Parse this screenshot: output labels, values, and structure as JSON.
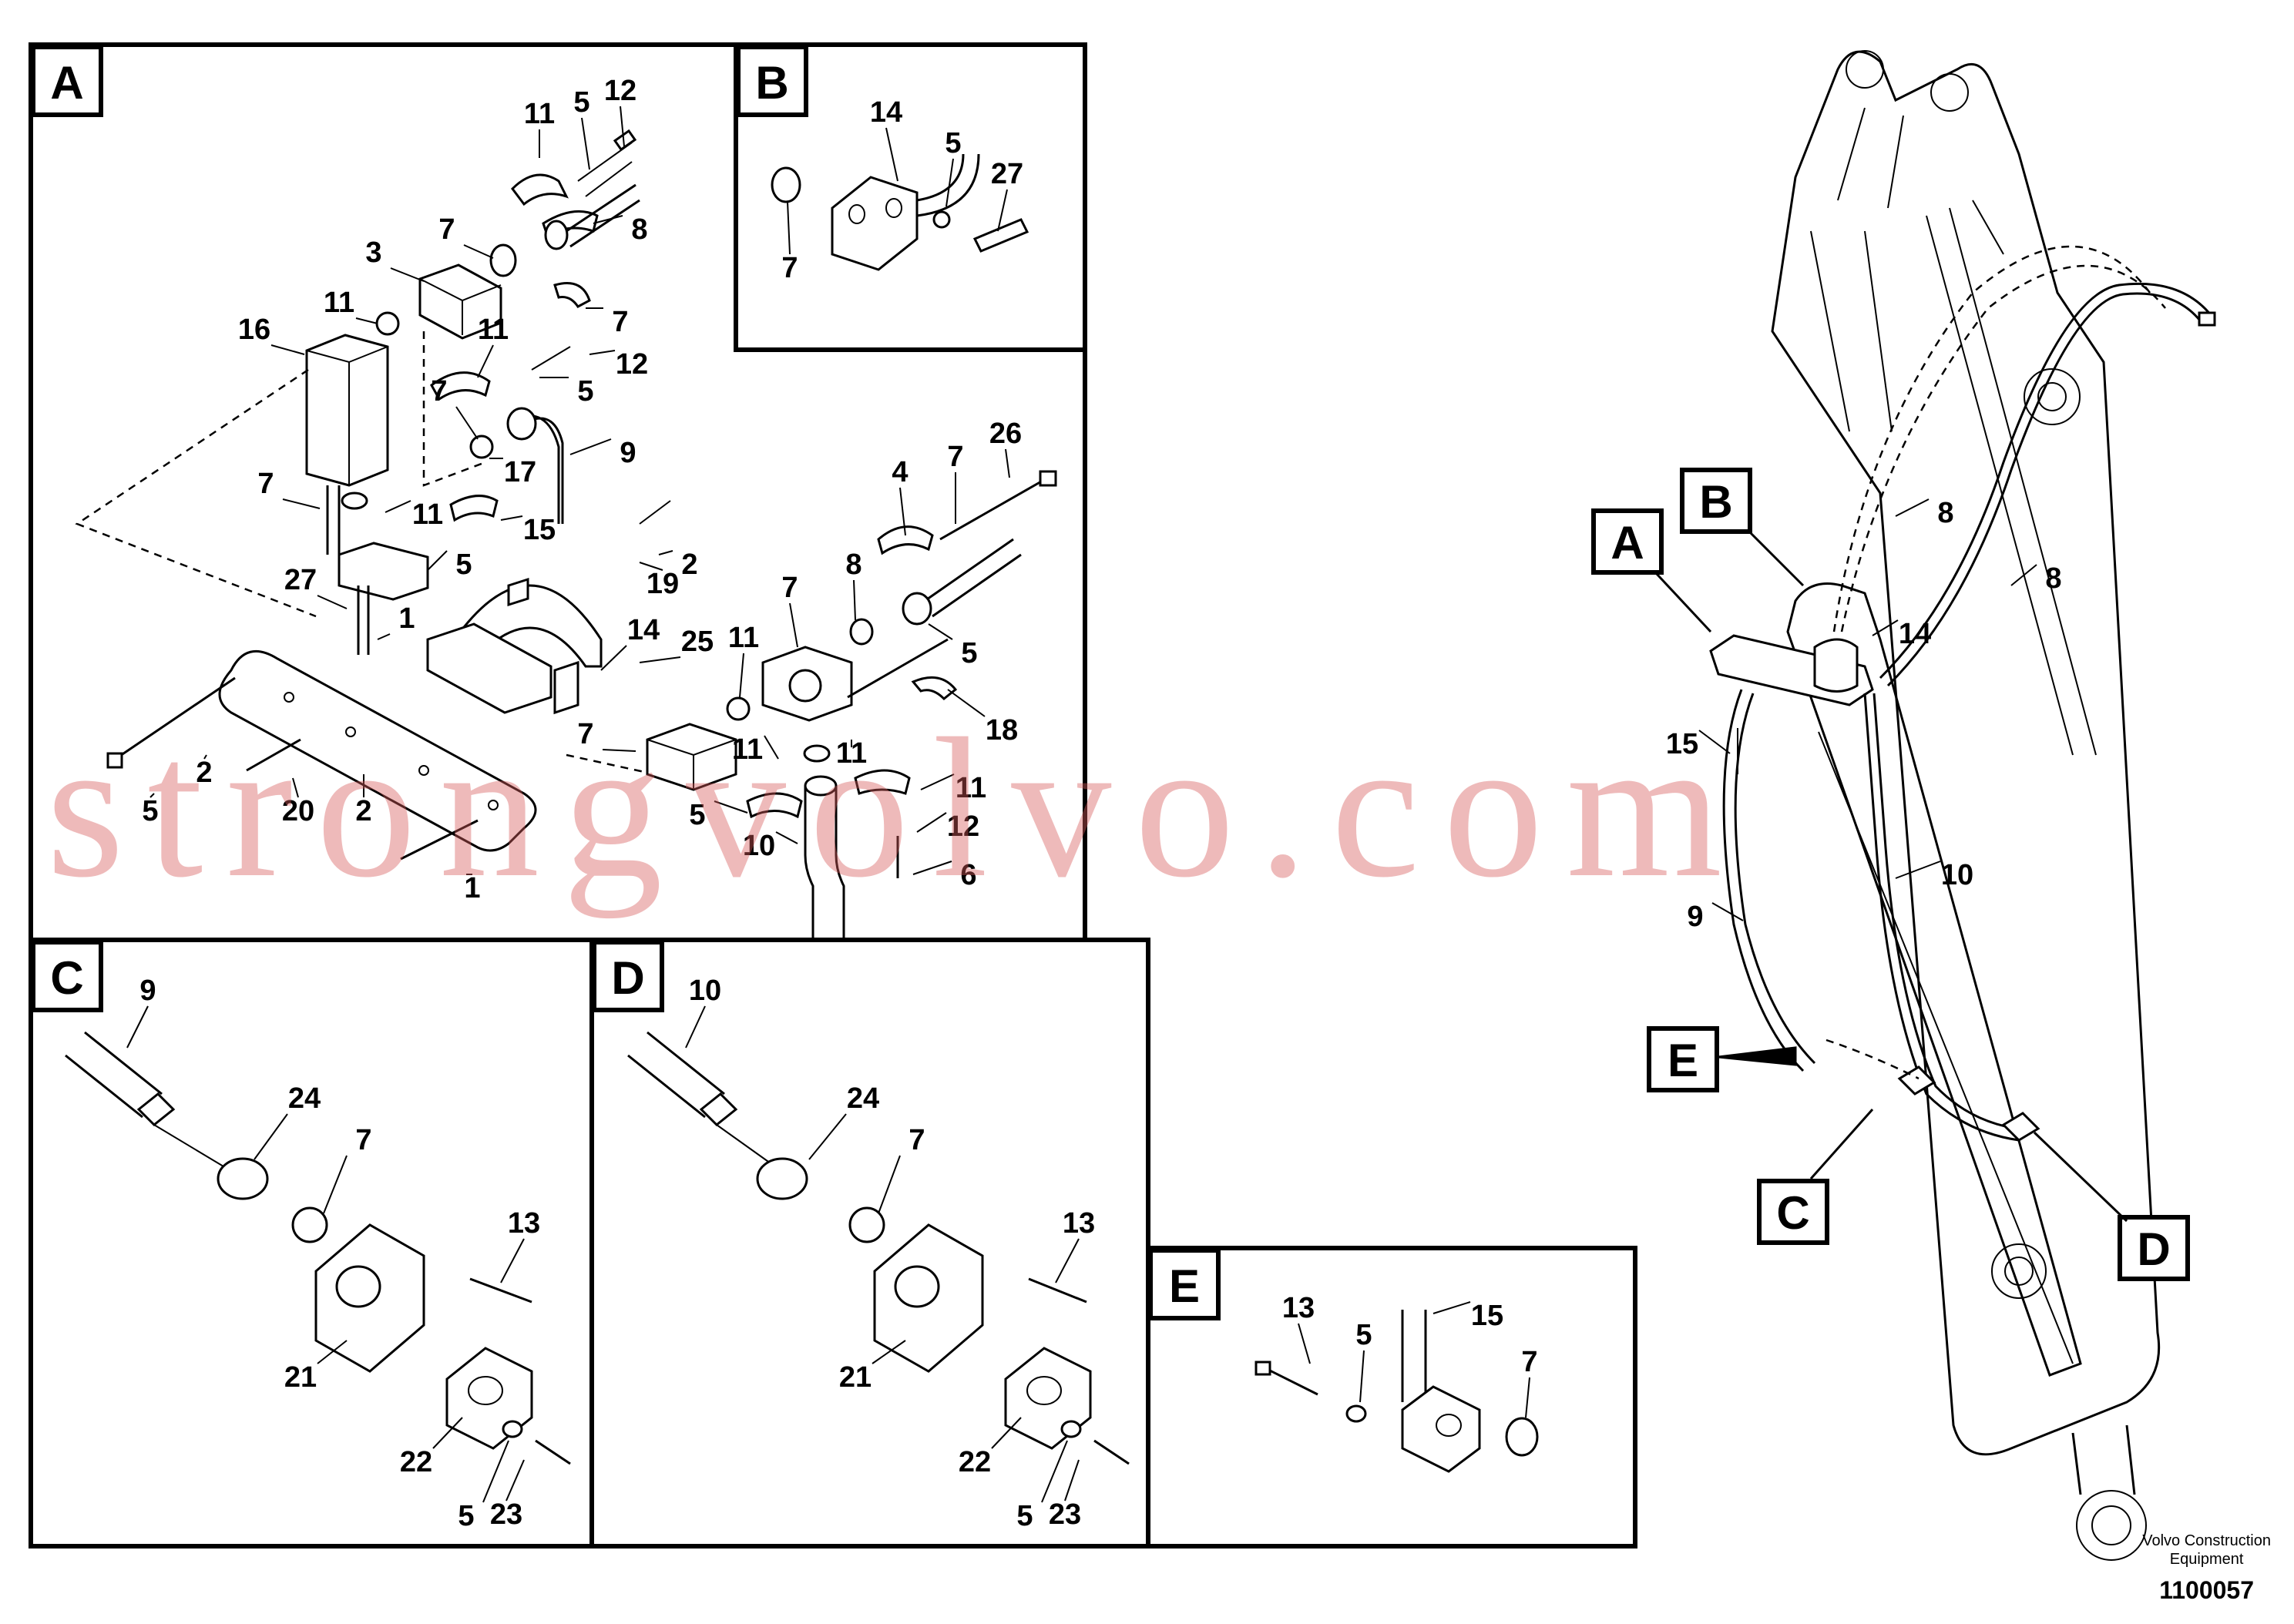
{
  "panels": [
    {
      "letter": "A"
    },
    {
      "letter": "B"
    },
    {
      "letter": "C"
    },
    {
      "letter": "D"
    },
    {
      "letter": "E"
    }
  ],
  "overview_callouts": [
    "A",
    "B",
    "C",
    "D",
    "E"
  ],
  "labels": {
    "a": [
      "11",
      "5",
      "12",
      "8",
      "7",
      "3",
      "11",
      "7",
      "16",
      "11",
      "12",
      "5",
      "7",
      "9",
      "17",
      "7",
      "11",
      "15",
      "5",
      "27",
      "1",
      "2",
      "19",
      "25",
      "7",
      "8",
      "11",
      "5",
      "4",
      "7",
      "26",
      "11",
      "18",
      "14",
      "7",
      "11",
      "11",
      "5",
      "12",
      "10",
      "6",
      "5",
      "2",
      "20",
      "2",
      "1"
    ],
    "b": [
      "14",
      "5",
      "27",
      "7"
    ],
    "c": [
      "9",
      "24",
      "7",
      "13",
      "21",
      "22",
      "5",
      "23"
    ],
    "d": [
      "10",
      "24",
      "7",
      "13",
      "21",
      "22",
      "5",
      "23"
    ],
    "e": [
      "13",
      "5",
      "15",
      "7"
    ],
    "overview": [
      "8",
      "8",
      "14",
      "15",
      "10",
      "9"
    ]
  },
  "watermark": "strongvolvo.com",
  "footer": {
    "brand_line1": "Volvo Construction",
    "brand_line2": "Equipment",
    "figure_number": "1100057"
  }
}
